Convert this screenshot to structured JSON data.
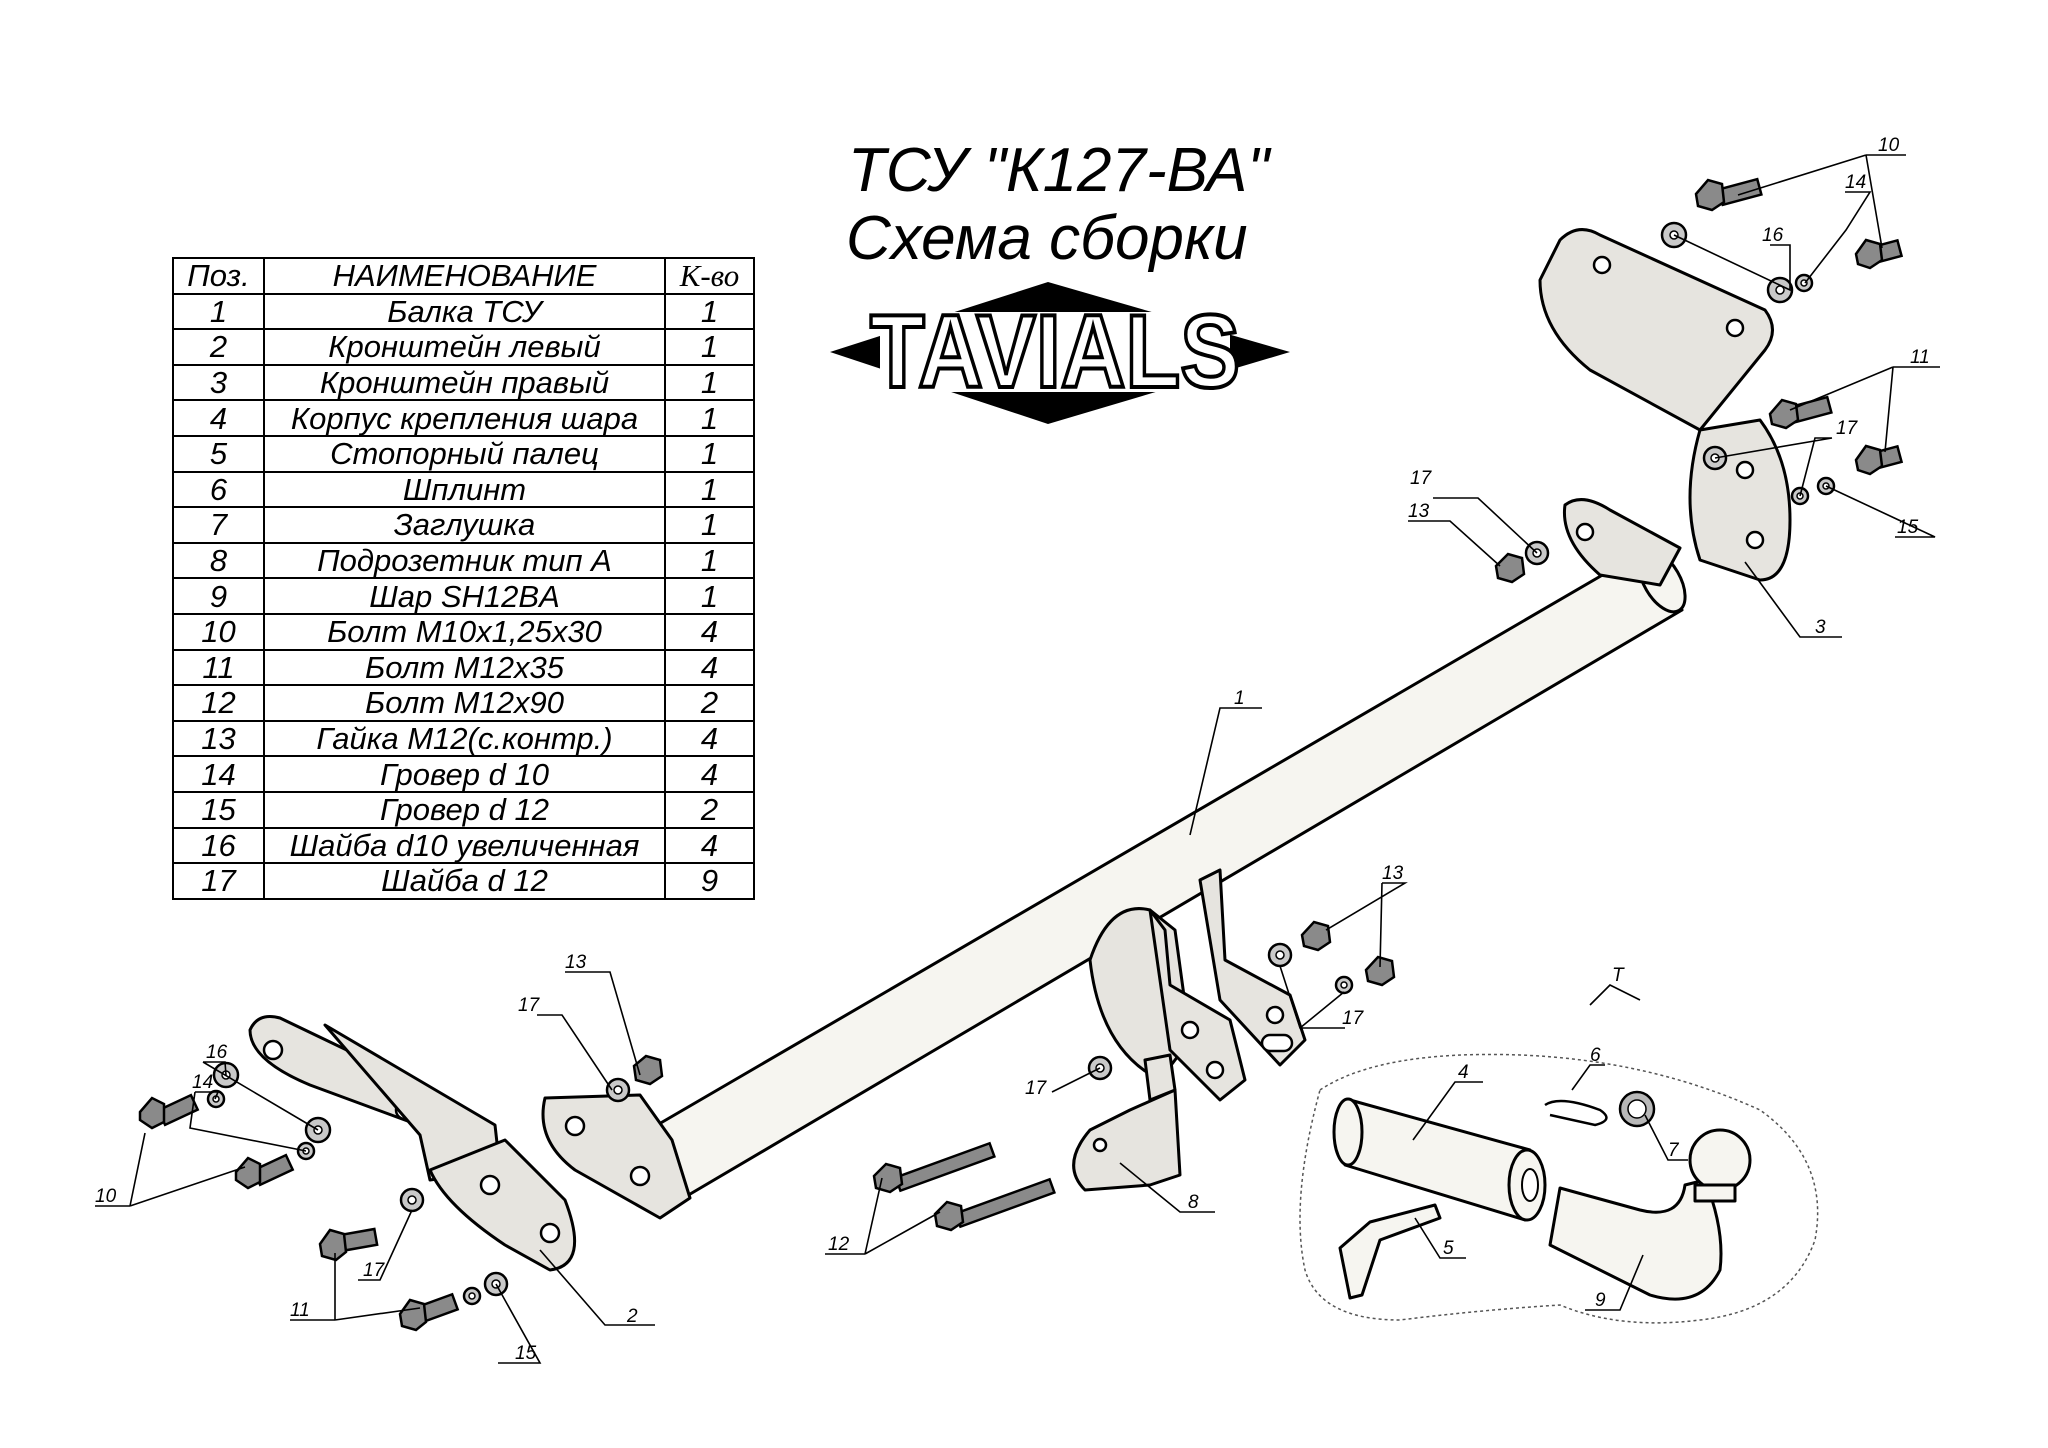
{
  "title": {
    "line1": "ТСУ \"К127-ВА\"",
    "line2": "Схема сборки"
  },
  "logo": {
    "text": "TAVIALS"
  },
  "parts_table": {
    "headers": [
      "Поз.",
      "НАИМЕНОВАНИЕ",
      "К-во"
    ],
    "rows": [
      [
        "1",
        "Балка ТСУ",
        "1"
      ],
      [
        "2",
        "Кронштейн левый",
        "1"
      ],
      [
        "3",
        "Кронштейн правый",
        "1"
      ],
      [
        "4",
        "Корпус крепления шара",
        "1"
      ],
      [
        "5",
        "Стопорный палец",
        "1"
      ],
      [
        "6",
        "Шплинт",
        "1"
      ],
      [
        "7",
        "Заглушка",
        "1"
      ],
      [
        "8",
        "Подрозетник тип А",
        "1"
      ],
      [
        "9",
        "Шар SH12BA",
        "1"
      ],
      [
        "10",
        "Болт М10х1,25х30",
        "4"
      ],
      [
        "11",
        "Болт М12х35",
        "4"
      ],
      [
        "12",
        "Болт М12х90",
        "2"
      ],
      [
        "13",
        "Гайка М12(с.контр.)",
        "4"
      ],
      [
        "14",
        "Гровер d 10",
        "4"
      ],
      [
        "15",
        "Гровер d 12",
        "2"
      ],
      [
        "16",
        "Шайба d10 увеличенная",
        "4"
      ],
      [
        "17",
        "Шайба d 12",
        "9"
      ]
    ]
  },
  "detail_view_label": "T",
  "callouts": {
    "c1": "1",
    "c2": "2",
    "c3": "3",
    "c4": "4",
    "c5": "5",
    "c6": "6",
    "c7": "7",
    "c8": "8",
    "c9": "9",
    "c10a": "10",
    "c10b": "10",
    "c11a": "11",
    "c11b": "11",
    "c12": "12",
    "c13a": "13",
    "c13b": "13",
    "c13c": "13",
    "c14a": "14",
    "c14b": "14",
    "c15a": "15",
    "c15b": "15",
    "c16a": "16",
    "c16b": "16",
    "c17a": "17",
    "c17b": "17",
    "c17c": "17",
    "c17d": "17",
    "c17e": "17",
    "c17f": "17"
  }
}
